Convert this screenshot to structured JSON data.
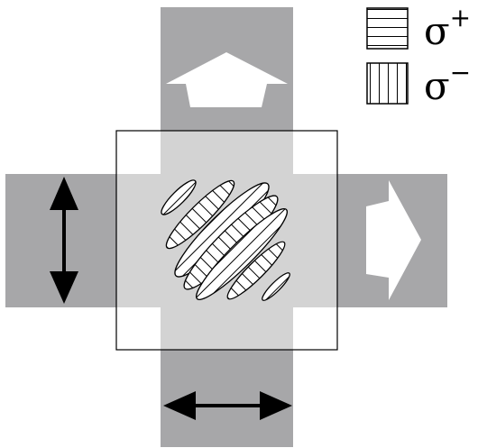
{
  "legend": {
    "items": [
      {
        "symbol": "σ",
        "superscript": "+",
        "pattern": "horizontal-stripes"
      },
      {
        "symbol": "σ",
        "superscript": "−",
        "pattern": "vertical-stripes"
      }
    ]
  },
  "colors": {
    "beam": "#a7a7a9",
    "overlap": "#d3d3d3",
    "stroke": "#000000",
    "arrow_white": "#ffffff",
    "arrow_black": "#000000"
  },
  "icons": {
    "top_arm": "up-arrow-icon",
    "right_arm": "right-arrow-icon",
    "left_arm": "vertical-double-arrow-icon",
    "bottom_arm": "horizontal-double-arrow-icon"
  }
}
